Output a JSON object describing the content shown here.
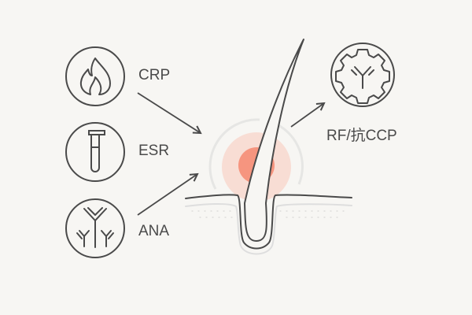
{
  "markers": [
    {
      "label": "CRP",
      "icon": "flame-icon"
    },
    {
      "label": "ESR",
      "icon": "test-tube-icon"
    },
    {
      "label": "ANA",
      "icon": "antibodies-icon"
    }
  ],
  "target": {
    "label": "RF/抗CCP",
    "icon": "gear-antibody-icon"
  },
  "colors": {
    "stroke": "#4a4a4a",
    "inflammation_outer": "#f8ddd4",
    "inflammation_inner": "#f6957f",
    "halo": "#e6e6e4"
  }
}
